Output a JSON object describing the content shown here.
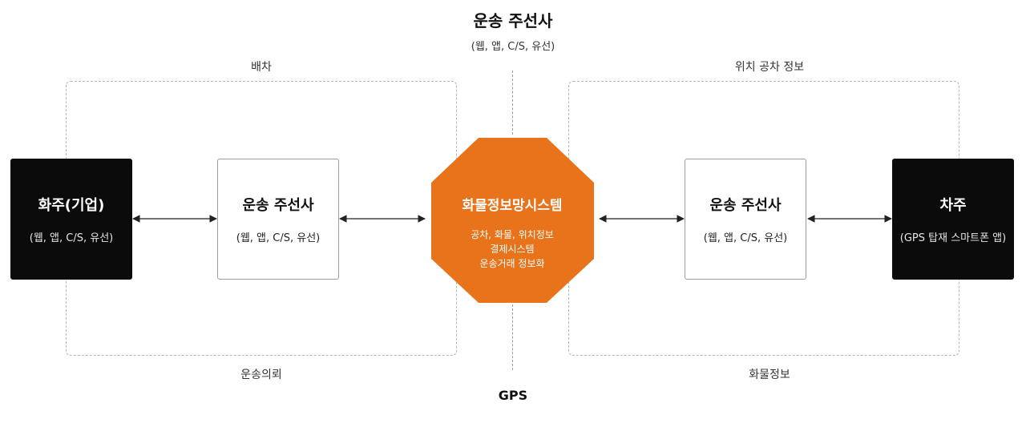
{
  "top": {
    "title": "운송 주선사",
    "subtitle": "(웹, 앱, C/S, 유선)"
  },
  "bottom": {
    "label": "GPS"
  },
  "left_region": {
    "top_label": "배차",
    "bottom_label": "운송의뢰"
  },
  "right_region": {
    "top_label": "위치 공차 정보",
    "bottom_label": "화물정보"
  },
  "nodes": {
    "shipper": {
      "title": "화주(기업)",
      "subtitle": "(웹, 앱, C/S, 유선)"
    },
    "left_forwarder": {
      "title": "운송 주선사",
      "subtitle": "(웹, 앱, C/S, 유선)"
    },
    "hub": {
      "title": "화물정보망시스템",
      "lines": [
        "공차, 화물, 위치정보",
        "결제시스템",
        "운송거래 정보화"
      ]
    },
    "right_forwarder": {
      "title": "운송 주선사",
      "subtitle": "(웹, 앱, C/S, 유선)"
    },
    "owner": {
      "title": "차주",
      "subtitle": "(GPS 탑재 스마트폰 앱)"
    }
  },
  "colors": {
    "hub": "#e8731a",
    "dark_box": "#0b0b0b",
    "connector": "#222222"
  }
}
